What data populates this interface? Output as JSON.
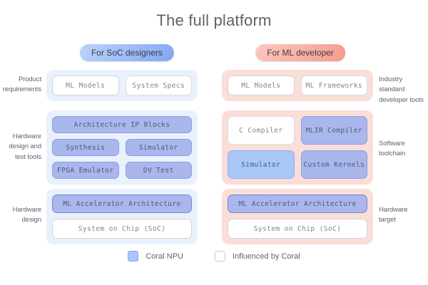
{
  "title": "The full platform",
  "soc": {
    "pill": "For SoC designers",
    "labels": {
      "product": "Product\nrequirements",
      "hardware_tools": "Hardware\ndesign and\ntest tools",
      "hardware_design": "Hardware\ndesign"
    },
    "boxes": {
      "ml_models": "ML Models",
      "system_specs": "System Specs",
      "architecture_ip_blocks": "Architecture IP Blocks",
      "synthesis": "Synthesis",
      "simulator": "Simulator",
      "fpga_emulator": "FPGA Emulator",
      "dv_test": "DV Test",
      "ml_accelerator_architecture": "ML Accelerator Architecture",
      "system_on_chip": "System on Chip (SoC)"
    }
  },
  "ml": {
    "pill": "For ML developer",
    "labels": {
      "industry": "Industry standard\ndeveloper tools",
      "software_toolchain": "Software\ntoolchain",
      "hardware_target": "Hardware\ntarget"
    },
    "boxes": {
      "ml_models": "ML Models",
      "ml_frameworks": "ML Frameworks",
      "c_compiler": "C Compiler",
      "mlir_compiler": "MLIR Compiler",
      "simulator": "Simulator",
      "custom_kernels": "Custom Kernels",
      "ml_accelerator_architecture": "ML Accelerator Architecture",
      "system_on_chip": "System on Chip (SoC)"
    }
  },
  "legend": {
    "coral_npu": "Coral NPU",
    "influenced": "Influenced by Coral"
  },
  "colors": {
    "coral_npu_blue": "#a9b7ec",
    "coral_npu_light_blue": "#a8c7fa",
    "panel_blue": "#e9f1fd",
    "panel_pink": "#fbded7",
    "pill_blue": "#84a7f2",
    "pill_pink": "#f49a8e",
    "text_gray": "#5f6368"
  }
}
